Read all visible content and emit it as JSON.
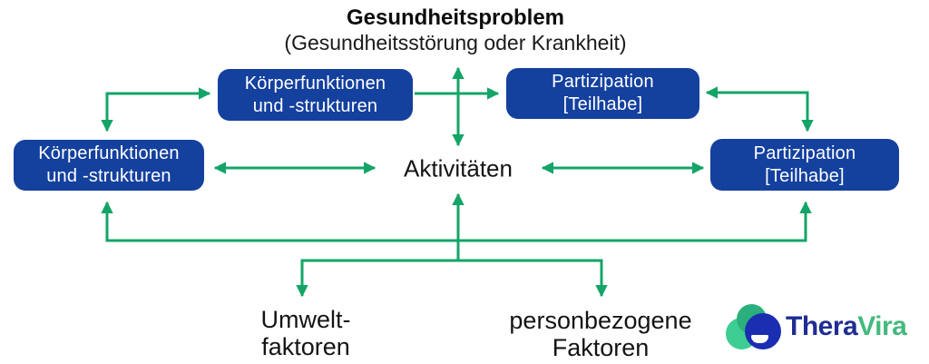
{
  "header": {
    "title": "Gesundheitsproblem",
    "subtitle": "(Gesundheitsstörung oder Krankheit)"
  },
  "nodes": {
    "body_functions_top": "Körperfunktionen\nund -strukturen",
    "participation_top": "Partizipation\n[Teilhabe]",
    "body_functions_left": "Körperfunktionen\nund -strukturen",
    "participation_right": "Partizipation\n[Teilhabe]",
    "activities": "Aktivitäten",
    "environmental_factors": "Umwelt-\nfaktoren",
    "personal_factors": "personbezogene\nFaktoren"
  },
  "logo": {
    "brand_part1": "Thera",
    "brand_part2": "Vira"
  },
  "colors": {
    "node_blue": "#14409E",
    "arrow_green": "#14A468",
    "logo_navy": "#202D92",
    "logo_green": "#44B97E",
    "logo_mark_light_green": "#3ECD92",
    "logo_mark_dark_green": "#2BAF7D",
    "logo_mark_blue": "#1B2EB2"
  }
}
